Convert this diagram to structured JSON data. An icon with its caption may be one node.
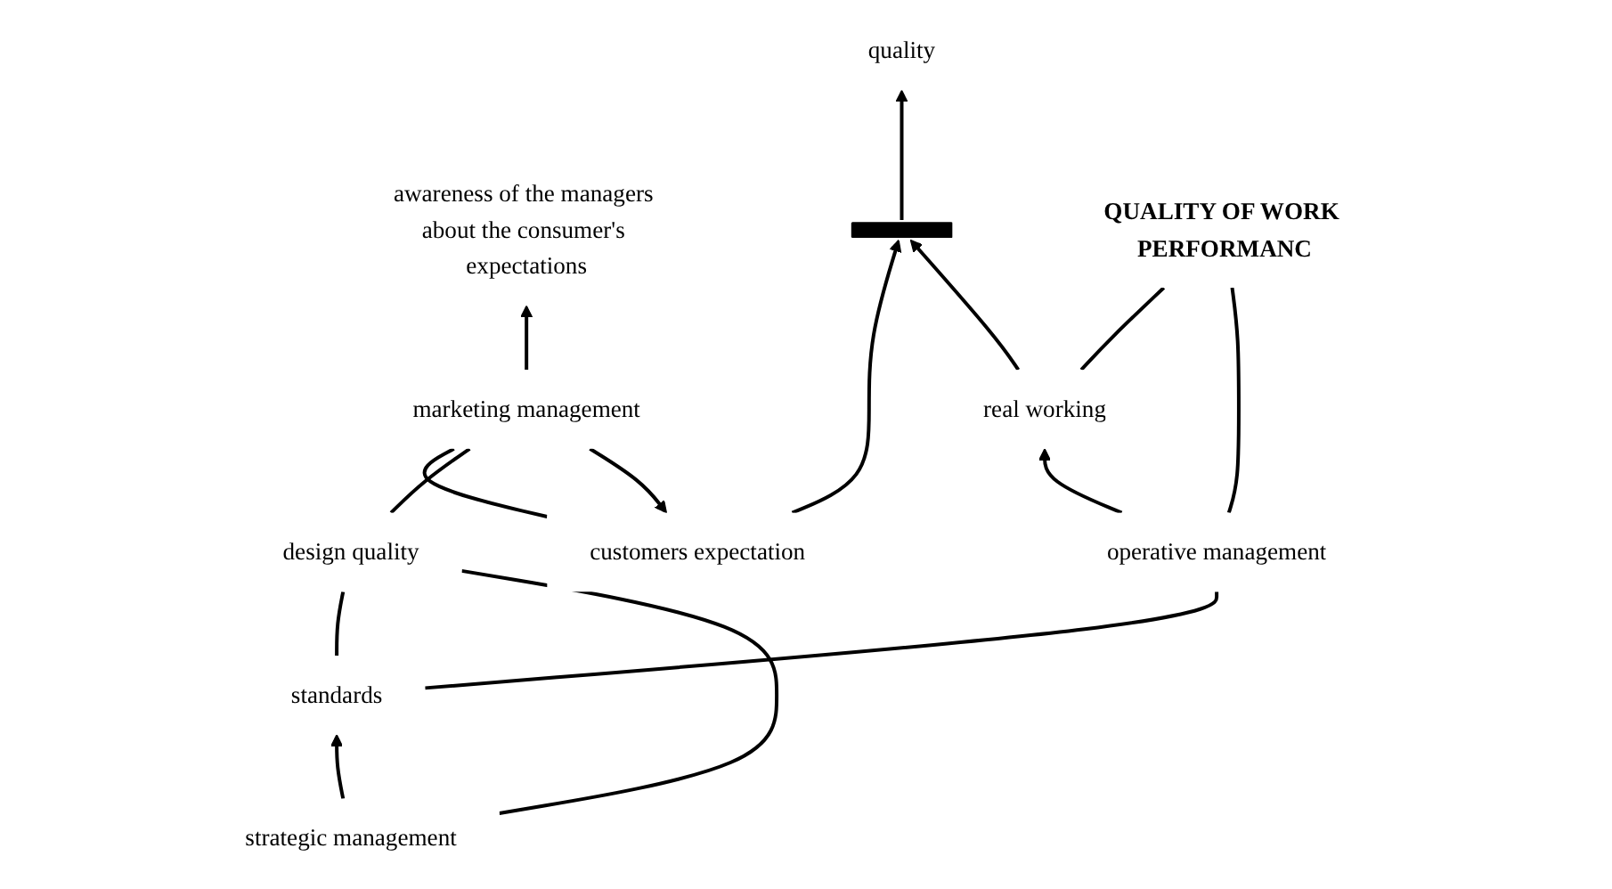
{
  "diagram": {
    "nodes": [
      {
        "text": [
          "quality"
        ]
      },
      {
        "text": [],
        "shape": "bar"
      },
      {
        "text": [
          "customers expectation"
        ]
      },
      {
        "text": [
          "real working"
        ]
      },
      {
        "text": [
          "operative management"
        ]
      },
      {
        "text": [
          "QUALITY OF WORK PERFORMANC"
        ]
      },
      {
        "text": [
          "marketing management"
        ]
      },
      {
        "text": [
          "standards"
        ]
      },
      {
        "text": [
          "strategic management"
        ]
      },
      {
        "text": [
          "design quality"
        ]
      },
      {
        "text": [
          "awareness of the managers about the consumer's expectations"
        ]
      }
    ],
    "edges": [
      {
        "from": 2,
        "to": 1,
        "arrow": "to"
      },
      {
        "from": 3,
        "to": 1,
        "arrow": "to"
      },
      {
        "from": 1,
        "to": 0,
        "arrow": "to"
      },
      {
        "from": 4,
        "to": 3,
        "arrow": "to"
      },
      {
        "from": 3,
        "to": 5,
        "arrow": "none"
      },
      {
        "from": 4,
        "to": 5,
        "arrow": "none"
      },
      {
        "from": 7,
        "to": 4,
        "arrow": "none"
      },
      {
        "from": 8,
        "to": 7,
        "arrow": "to"
      },
      {
        "from": 2,
        "to": 6,
        "arrow": "none"
      },
      {
        "from": 6,
        "to": 2,
        "arrow": "to"
      },
      {
        "from": 6,
        "to": 10,
        "arrow": "to"
      },
      {
        "from": 7,
        "to": 9,
        "arrow": "none"
      },
      {
        "from": 8,
        "to": 9,
        "arrow": "none"
      },
      {
        "from": 9,
        "to": 6,
        "arrow": "none"
      }
    ]
  }
}
